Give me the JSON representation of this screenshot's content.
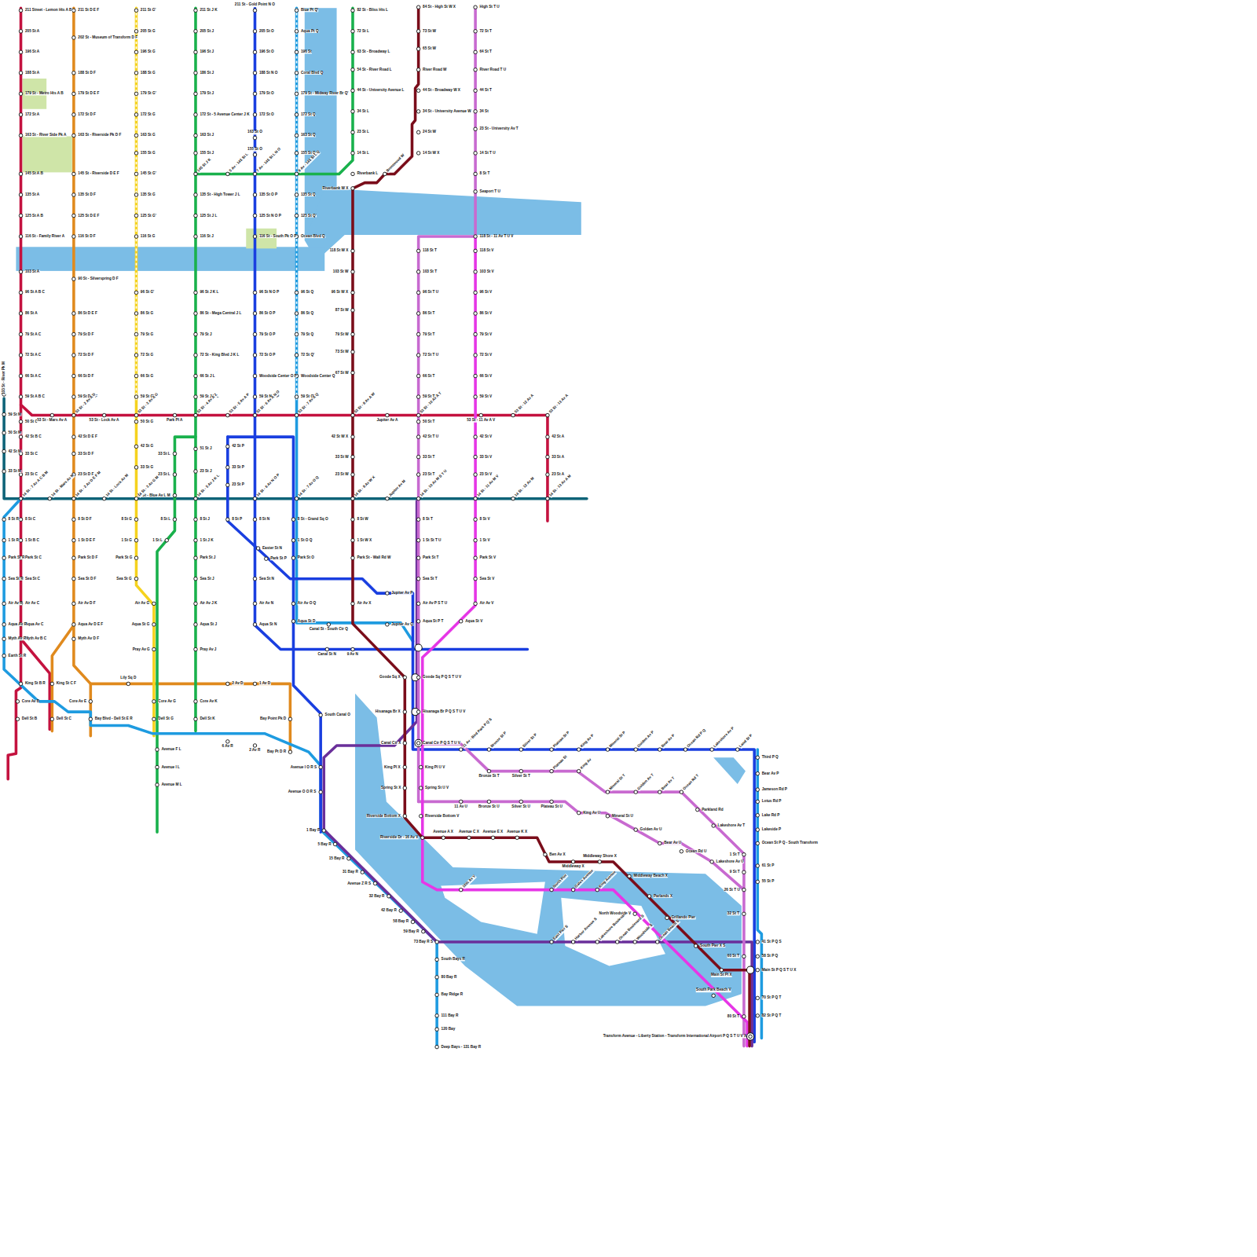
{
  "diagram": {
    "labels": [
      "211 Street - Lemon Hts A B",
      "205 St A",
      "196 St A",
      "188 St A",
      "179 St - Metro Hts A B",
      "172 St A",
      "163 St - River Side Pk A",
      "145 St A B",
      "135 St A",
      "125 St A B",
      "116 St - Family River A",
      "103 St A",
      "96 St A B C",
      "86 St A",
      "79 St A C",
      "72 St A C",
      "66 St A C",
      "59 St A B C",
      "50 St C",
      "42 St B C",
      "33 St C",
      "23 St C",
      "8 St C",
      "1 St B C",
      "Park St C",
      "Sea St C",
      "Air Av C",
      "Aqua Av C",
      "Myth Av B C",
      "King St B R",
      "211 St D E F",
      "202 St - Museum of Transform D F",
      "188 St D F",
      "179 St D E F",
      "172 St D F",
      "163 St - Riverside Pk D F",
      "145 St - Riverside D E F",
      "135 St D F",
      "125 St D E F",
      "116 St D F",
      "90 St - Silverspring D F",
      "86 St D E F",
      "79 St D F",
      "72 St D F",
      "66 St D F",
      "59 St D E F",
      "42 St D E F",
      "33 St D F",
      "23 St D F",
      "8 St D F",
      "1 St D E F",
      "Park St D F",
      "Sea St D F",
      "Air Av D F",
      "Aqua Av D E F",
      "Myth Av D F",
      "211 St G'",
      "205 St G",
      "196 St G",
      "188 St G",
      "179 St G'",
      "172 St G",
      "163 St G",
      "155 St G",
      "145 St G'",
      "135 St G",
      "125 St G'",
      "116 St G",
      "96 St G'",
      "86 St G",
      "79 St G",
      "72 St G",
      "66 St G",
      "59 St G'",
      "50 St G",
      "42 St G",
      "33 St G",
      "8 St G",
      "1 St G",
      "Park St G",
      "Sea St G",
      "Air Av G",
      "Aqua St G",
      "Pray Av G",
      "Core Av G",
      "Dell St G",
      "Avenue F L",
      "Avenue I L",
      "Avenue M L",
      "211 St J K",
      "205 St J",
      "196 St J",
      "186 St J",
      "179 St J",
      "172 St - 5 Avenue Center J K",
      "163 St J",
      "155 St J",
      "135 St - High Tower J L",
      "125 St J L",
      "116 St J",
      "96 St J K L",
      "86 St - Mega Central J L",
      "79 St J",
      "72 St - King Blvd J K L",
      "66 St J L",
      "59 St J K L",
      "51 St J",
      "23 St J",
      "8 St J",
      "1 St J K",
      "Park St J",
      "Sea St J",
      "Air Av J K",
      "Aqua St J",
      "Pray Av J",
      "Core Av K",
      "Dell St K",
      "33 St L",
      "23 St L",
      "14 St - Blue Av L M",
      "8 St L",
      "1 St L",
      "211 St - Gold Point N O",
      "163 St O",
      "155 St O",
      "205 St O",
      "196 St O",
      "188 St N O",
      "179 St O",
      "172 St O",
      "135 St O P",
      "125 St N O P",
      "116 St - South Pk O P",
      "96 St N O P",
      "86 St O P",
      "79 St O P",
      "72 St O P",
      "Woodside Center O P",
      "59 St N O P",
      "8 St N",
      "Sea St N",
      "Air Av N",
      "Aqua St N",
      "Easter St N",
      "Park St P",
      "Blue Pt Q'",
      "Aqua Pt Q",
      "196 St",
      "Coral Blvd Q",
      "179 St - Midway River Br Q'",
      "172 St Q",
      "163 St Q",
      "155 St Q",
      "135 St Q",
      "125 St Q'",
      "Ocean Blvd Q",
      "96 St Q",
      "86 St Q",
      "79 St Q",
      "72 St Q'",
      "Woodside Center Q",
      "59 St Q'",
      "8 St - Grand Sq O",
      "1 St O Q",
      "Park St O",
      "Air Av O Q",
      "Aqua St D",
      "42 St P",
      "33 St P",
      "23 St P",
      "8 St P",
      "82 St - Bliss Hts L",
      "72 St L",
      "63 St - Broadway L",
      "54 St - River Road L",
      "44 St - University Avenue L",
      "34 St L",
      "23 St L",
      "14 St L",
      "Riverbank L",
      "84 St - High St W X",
      "73 St W",
      "65 St W",
      "River Road W",
      "44 St - Broadway W X",
      "34 St - University Avenue W",
      "24 St W",
      "14 St W X",
      "Riverbank W X",
      "118 St W X",
      "103 St W",
      "96 St W X",
      "87 St W",
      "79 St W",
      "73 St W",
      "67 St W",
      "42 St W X",
      "33 St W",
      "23 St W",
      "8 St W",
      "1 St W X",
      "Park St - Wall Rd W",
      "Air Av X",
      "118 St T",
      "103 St T",
      "96 St T U",
      "86 St T",
      "79 St T",
      "72 St T U",
      "66 St T",
      "59 St T U",
      "50 St T",
      "42 St T U",
      "33 St T",
      "23 St T",
      "8 St T",
      "1 St St T U",
      "Park St T",
      "Sea St T",
      "Air Av P S T U",
      "Aqua St P T",
      "High St T U",
      "72 St T",
      "64 St T",
      "River Road T U",
      "44 St T",
      "34 St",
      "23 St - University Av T",
      "14 St T U",
      "8 St T",
      "Seaport T U",
      "118 St - 11 Av T U V",
      "118 St V",
      "103 St V",
      "96 St V",
      "86 St V",
      "79 St V",
      "72 St V",
      "66 St V",
      "59 St V",
      "42 St V",
      "33 St V",
      "23 St V",
      "8 St V",
      "1 St V",
      "Park St V",
      "Sea St V",
      "Air Av V",
      "Aqua St V",
      "42 St A",
      "33 St A",
      "23 St A",
      "53 St - Mars Av A",
      "53 St - Lock Av A",
      "Park Pl A",
      "Jupiter Av A",
      "53 St - 11 Av A V",
      "53 St - 2 Av A D",
      "53 St - 3 Av A G",
      "53 St - 4 Av A J",
      "53 St - 5 Av A P",
      "53 St - 6 Av A N O",
      "53 St - 7 Av A Q",
      "53 St - 8 Av A W",
      "53 St - 10 Av A T",
      "53 St - 12 Av A",
      "53 St - 13 Av A",
      "14 St - 7 Av A C B M",
      "14 St - Mars Av M",
      "14 St - 2 Av D E F M",
      "14 St - Lock Av M",
      "14 St - 3 Av G M",
      "14 St - 5 Av J K L",
      "14 St - 6 Av N O P",
      "14 St - 7 Av O Q",
      "14 St - 8 Av W X",
      "Jupiter Av M",
      "14 St - 10 Av M S T U",
      "14 St - 11 Av M V",
      "14 St - 12 Av M",
      "14 St - 13 Av A M",
      "145 St J K",
      "5 Av - 145 St L",
      "7 Av - 145 St L N O",
      "9 Av - 145 St L Q",
      "Brentwood W",
      "103 St - River Pk M",
      "59 St M",
      "50 St M",
      "42 St M",
      "33 St M",
      "8 St R",
      "1 St R",
      "Park St R",
      "Sea St R",
      "Air Av R",
      "Aqua Av R",
      "Myth Av R",
      "Earth St R",
      "Core Av B",
      "Dell St B",
      "King St C F",
      "Dell St C",
      "Core Av E",
      "Bay Blvd - Dell St E R",
      "Lily Sq D",
      "2 Av D",
      "1 Av D",
      "Bay Point Pk D",
      "Bay Pt D R",
      "6 Av R",
      "2 Av R",
      "Canal St - South Ctr Q",
      "9 Av N",
      "Canal St N",
      "Jupiter Av Q",
      "Jupiter Av P",
      "South Canal O",
      "Avenue I O R S",
      "Avenue O O R S",
      "1 Bay R",
      "5 Bay R",
      "15 Bay R",
      "31 Bay R",
      "Avenue Z R S",
      "32 Bay R",
      "42 Bay R",
      "58 Bay R",
      "59 Bay R",
      "73 Bay R S",
      "South Bays R",
      "80 Bay R",
      "Bay Ridge R",
      "111 Bay R",
      "120 Bay",
      "Deep Bays - 131 Bay R",
      "Goode Sq P Q S T U V",
      "Hisanaga Br P Q S T U V",
      "Canal Ctr P Q S T U V",
      "Goode Sq X",
      "Hisanaga Br X",
      "Canal Ctr X",
      "King Pl X",
      "Spring St X",
      "Riverside Bottom X",
      "King Pl U V",
      "Spring St U V",
      "Riverside Bottom V",
      "Avenue A X",
      "Avenue C X",
      "Avenue E X",
      "Avenue K X",
      "Ben Av X",
      "Middleway Beach X",
      "Parlands X",
      "Grillando Pier",
      "South Pier X S",
      "Middleway X",
      "Main St Pl X",
      "Middleway Shore X",
      "Third P Q",
      "Bear Av P",
      "Jameson Rd P",
      "Lotus Rd P",
      "Lake Rd P",
      "Lakeside P",
      "Ocean St P Q - South Transform",
      "61 St P",
      "55 St P",
      "41 St P Q S",
      "58 St P Q",
      "Main St P Q S T U X",
      "70 St P Q T",
      "82 St P Q T",
      "1 St T",
      "9 St T",
      "26 St T U",
      "32 St T",
      "60 St T",
      "80 St T",
      "Transform Avenue - Liberty Station - Transform International Airport P Q S T U V X",
      "South Park Beach V",
      "11 Av - Bird Park P Q S",
      "Bronze St P",
      "Silver St P",
      "Plateau St P",
      "King Av P",
      "Mineral St P",
      "Golden Av P",
      "Bear Av P",
      "Ocean Rd P Q",
      "Lakeshore Av P",
      "Land St P",
      "Bronze St T",
      "Silver St T",
      "Plateau St",
      "King Av",
      "Mineral St T",
      "Golden Av T",
      "Bear Av T",
      "Ocean Rd T",
      "Parkland Rd",
      "Lakeshore Av T",
      "11 Av U",
      "Bronze St U",
      "Silver St U",
      "Plateau St U",
      "King Av U",
      "Mineral St U",
      "Golden Av U",
      "Bear Av U",
      "Ocean Rd U",
      "Lakeshore Av U",
      "Riverside Dr - 16 Av V",
      "16th Av V",
      "North Pier",
      "Gates Avenue",
      "King Avenue",
      "North Woodside V",
      "East Pier S",
      "Harbor Avenue S",
      "Lakeshore Boulevard",
      "Ocean Boulevard S",
      "Woodside S",
      "Ocean Beach S"
    ]
  }
}
